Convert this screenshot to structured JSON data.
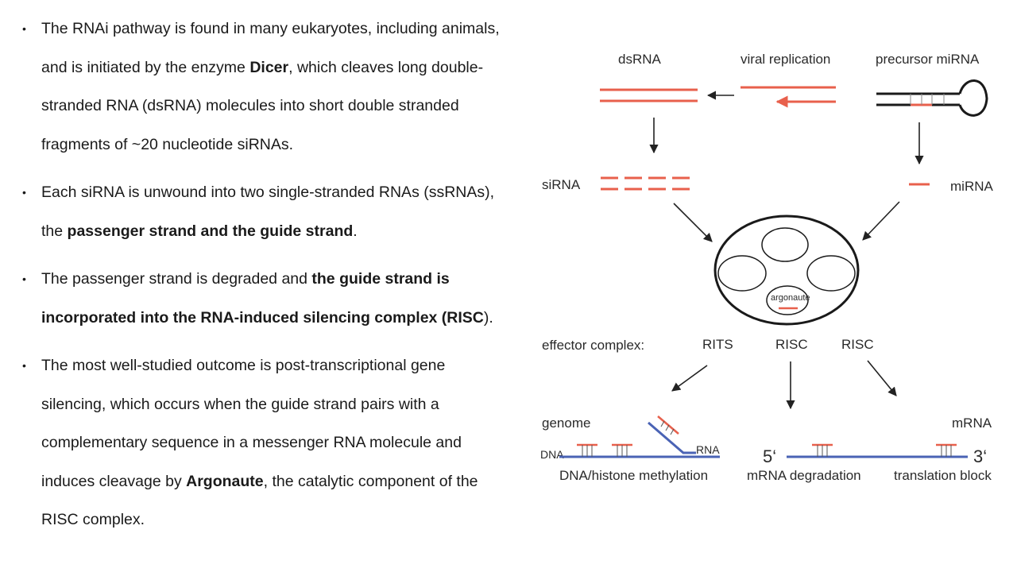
{
  "bullets": [
    {
      "parts": [
        {
          "t": "The RNAi pathway is found in many eukaryotes, including animals, and is initiated by the enzyme ",
          "b": false
        },
        {
          "t": "Dicer",
          "b": true
        },
        {
          "t": ", which cleaves long double-stranded RNA (dsRNA) molecules into short double stranded fragments of ~20 nucleotide siRNAs.",
          "b": false
        }
      ]
    },
    {
      "parts": [
        {
          "t": "Each siRNA is unwound into two single-stranded RNAs (ssRNAs), the ",
          "b": false
        },
        {
          "t": "passenger strand and the guide strand",
          "b": true
        },
        {
          "t": ".",
          "b": false
        }
      ]
    },
    {
      "parts": [
        {
          "t": "The passenger strand is degraded and ",
          "b": false
        },
        {
          "t": "the guide strand is incorporated into the RNA-induced silencing complex (",
          "b": true
        },
        {
          "t": "RISC",
          "b": true
        },
        {
          "t": ").",
          "b": false
        }
      ]
    },
    {
      "parts": [
        {
          "t": "The most well-studied outcome is post-transcriptional gene silencing, which occurs when the guide strand pairs with a complementary sequence in a messenger RNA molecule and induces cleavage by ",
          "b": false
        },
        {
          "t": "Argonaute",
          "b": true
        },
        {
          "t": ", the catalytic component of the RISC complex.",
          "b": false
        }
      ]
    }
  ],
  "diagram": {
    "ds_rna": "dsRNA",
    "viral_replication": "viral replication",
    "precursor_mirna": "precursor miRNA",
    "sirna": "siRNA",
    "mirna": "miRNA",
    "argonaute": "argonaute",
    "effector_complex": "effector complex:",
    "rits": "RITS",
    "risc_1": "RISC",
    "risc_2": "RISC",
    "genome": "genome",
    "mrna": "mRNA",
    "dna": "DNA",
    "rna": "RNA",
    "five_prime": "5‘",
    "three_prime": "3‘",
    "dna_histone_methylation": "DNA/histone methylation",
    "mrna_degradation": "mRNA degradation",
    "translation_block": "translation block"
  },
  "colors": {
    "rna_red": "#e8604c",
    "strand_blue": "#4a63b5",
    "text": "#1a1a1a"
  }
}
